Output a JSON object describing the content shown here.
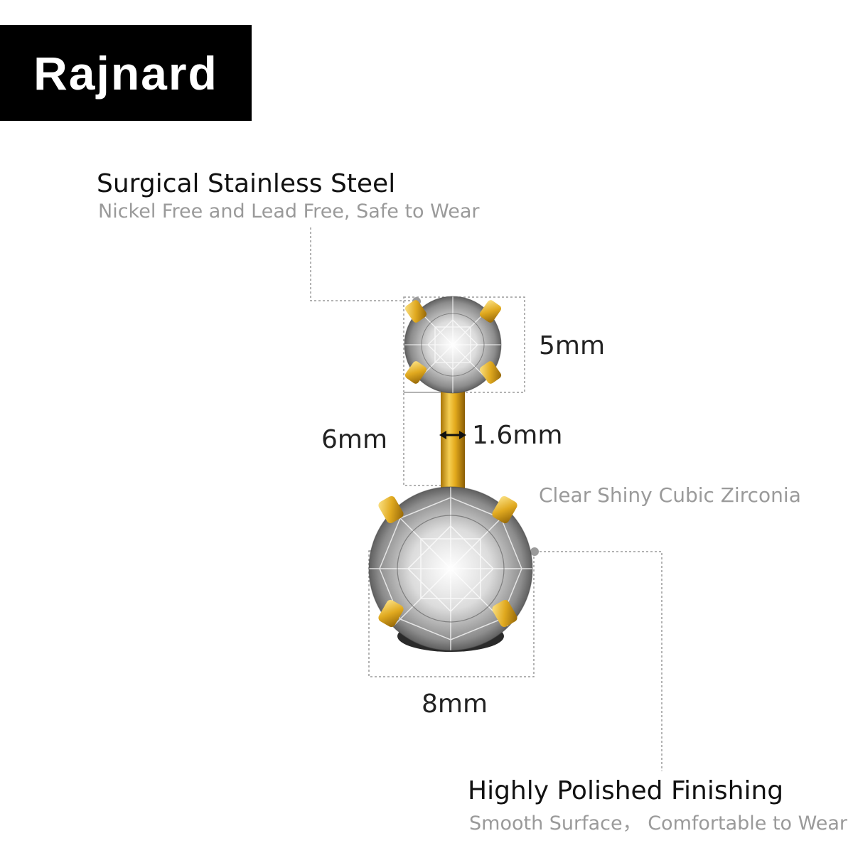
{
  "brand": {
    "name": "Rajnard"
  },
  "callouts": {
    "material": {
      "title": "Surgical Stainless Steel",
      "subtitle": "Nickel Free and Lead Free, Safe to Wear"
    },
    "finish": {
      "title": "Highly Polished Finishing",
      "subtitle": "Smooth Surface， Comfortable to Wear"
    },
    "stone": {
      "label": "Clear Shiny Cubic Zirconia"
    }
  },
  "dimensions": {
    "top_gem": "5mm",
    "bar_length": "6mm",
    "bar_gauge": "1.6mm",
    "bottom_gem": "8mm"
  },
  "colors": {
    "gold": "#d9a520",
    "gold_dark": "#9c6e08",
    "guide_line": "#9a9a9a",
    "brand_bg": "#000000"
  }
}
